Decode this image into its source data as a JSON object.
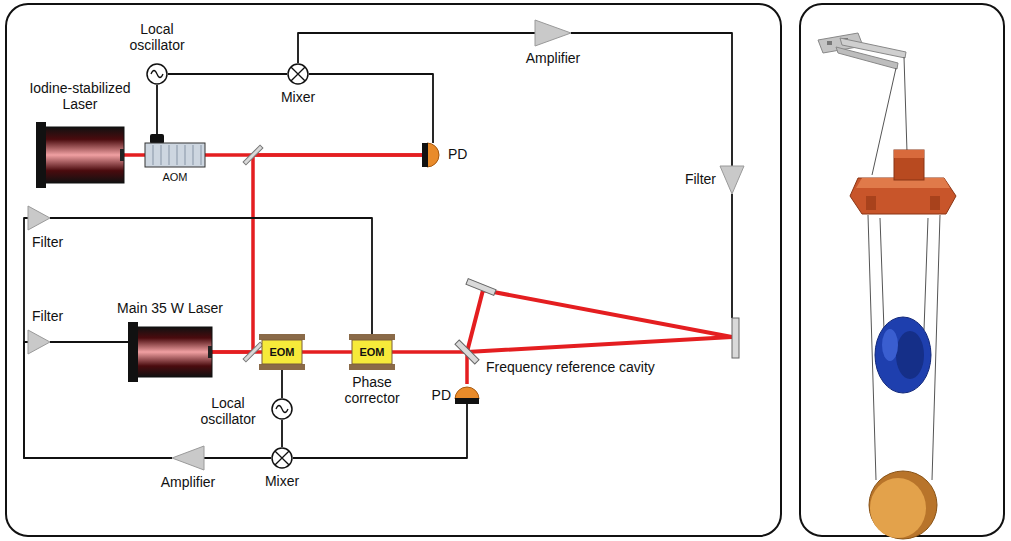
{
  "diagram": {
    "nodes": [
      {
        "text": [
          "Local oscillator"
        ]
      },
      {
        "text": [
          "Iodine-stabilized Laser"
        ]
      },
      {
        "text": [
          "AOM"
        ]
      },
      {
        "text": [
          "Mixer"
        ]
      },
      {
        "text": [
          "PD"
        ]
      },
      {
        "text": [
          "Amplifier"
        ]
      },
      {
        "text": [
          "Filter"
        ]
      },
      {
        "text": [
          "Filter"
        ]
      },
      {
        "text": [
          "Main 35 W Laser"
        ]
      },
      {
        "text": [
          "Filter"
        ]
      },
      {
        "text": [
          "EOM"
        ]
      },
      {
        "text": [
          "EOM",
          "Phase corrector"
        ]
      },
      {
        "text": [
          "Local oscillator"
        ]
      },
      {
        "text": [
          "Mixer"
        ]
      },
      {
        "text": [
          "PD"
        ]
      },
      {
        "text": [
          "Amplifier"
        ]
      }
    ],
    "edges": [
      {
        "from": 0,
        "to": 2,
        "arrow": "none"
      },
      {
        "from": 0,
        "to": 3,
        "arrow": "none"
      },
      {
        "from": 1,
        "to": 2,
        "arrow": "none"
      },
      {
        "from": 2,
        "to": 4,
        "arrow": "none"
      },
      {
        "from": 3,
        "to": 4,
        "arrow": "none"
      },
      {
        "from": 3,
        "to": 5,
        "arrow": "none"
      },
      {
        "from": 5,
        "to": 6,
        "arrow": "none"
      },
      {
        "from": 8,
        "to": 4,
        "arrow": "none"
      },
      {
        "from": 8,
        "to": 10,
        "arrow": "none"
      },
      {
        "from": 10,
        "to": 11,
        "arrow": "none"
      },
      {
        "from": 11,
        "to": 14,
        "arrow": "none"
      },
      {
        "from": 10,
        "to": 12,
        "arrow": "none"
      },
      {
        "from": 12,
        "to": 13,
        "arrow": "none"
      },
      {
        "from": 14,
        "to": 13,
        "arrow": "none"
      },
      {
        "from": 13,
        "to": 15,
        "arrow": "none"
      },
      {
        "from": 15,
        "to": 7,
        "arrow": "none"
      },
      {
        "from": 15,
        "to": 9,
        "arrow": "none"
      },
      {
        "from": 9,
        "to": 8,
        "arrow": "none"
      },
      {
        "from": 7,
        "to": 11,
        "arrow": "none"
      }
    ],
    "labels": [
      "Frequency reference cavity"
    ]
  }
}
